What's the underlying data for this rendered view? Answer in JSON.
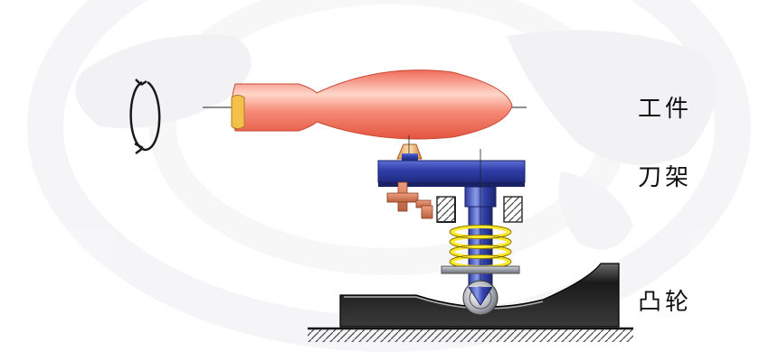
{
  "labels": {
    "workpiece": "工件",
    "tool_holder": "刀架",
    "cam": "凸轮"
  },
  "colors": {
    "workpiece": "#f07060",
    "workpiece_highlight": "#ffd8cc",
    "tool_tip": "#f2b878",
    "holder_blue": "#2e3ea8",
    "holder_gray": "#9aa0a8",
    "spring": "#ffe82a",
    "cam_dark": "#1a1a1a",
    "background_map": "#e6e6ea"
  },
  "icons": {
    "rotation": "rotation-arrow-icon"
  }
}
